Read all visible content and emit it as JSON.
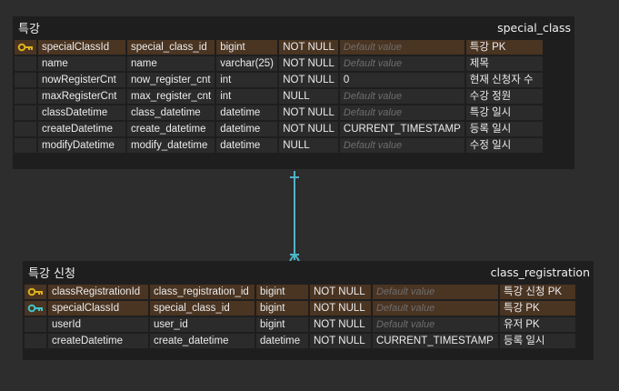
{
  "colors": {
    "background": "#2d2d2d",
    "table_bg": "#1e1e1e",
    "cell_bg": "#2b2b2b",
    "pk_cell_bg": "#4a3422",
    "pk_key_color": "#e0b21a",
    "fk_key_color": "#3fc6c6",
    "relation_line": "#4fb3c8"
  },
  "entities": [
    {
      "logical_name": "특강",
      "physical_name": "special_class",
      "columns": [
        {
          "key": "pk",
          "logical": "specialClassId",
          "physical": "special_class_id",
          "type": "bigint",
          "nullable": "NOT NULL",
          "default": "Default value",
          "default_is_placeholder": true,
          "comment": "특강 PK"
        },
        {
          "key": "",
          "logical": "name",
          "physical": "name",
          "type": "varchar(25)",
          "nullable": "NOT NULL",
          "default": "Default value",
          "default_is_placeholder": true,
          "comment": "제목"
        },
        {
          "key": "",
          "logical": "nowRegisterCnt",
          "physical": "now_register_cnt",
          "type": "int",
          "nullable": "NOT NULL",
          "default": "0",
          "default_is_placeholder": false,
          "comment": "현재 신청자 수"
        },
        {
          "key": "",
          "logical": "maxRegisterCnt",
          "physical": "max_register_cnt",
          "type": "int",
          "nullable": "NULL",
          "default": "Default value",
          "default_is_placeholder": true,
          "comment": "수강 정원"
        },
        {
          "key": "",
          "logical": "classDatetime",
          "physical": "class_datetime",
          "type": "datetime",
          "nullable": "NOT NULL",
          "default": "Default value",
          "default_is_placeholder": true,
          "comment": "특강 일시"
        },
        {
          "key": "",
          "logical": "createDatetime",
          "physical": "create_datetime",
          "type": "datetime",
          "nullable": "NOT NULL",
          "default": "CURRENT_TIMESTAMP",
          "default_is_placeholder": false,
          "comment": "등록 일시"
        },
        {
          "key": "",
          "logical": "modifyDatetime",
          "physical": "modify_datetime",
          "type": "datetime",
          "nullable": "NULL",
          "default": "Default value",
          "default_is_placeholder": true,
          "comment": "수정 일시"
        }
      ]
    },
    {
      "logical_name": "특강 신청",
      "physical_name": "class_registration",
      "columns": [
        {
          "key": "pk",
          "logical": "classRegistrationId",
          "physical": "class_registration_id",
          "type": "bigint",
          "nullable": "NOT NULL",
          "default": "Default value",
          "default_is_placeholder": true,
          "comment": "특강 신청 PK"
        },
        {
          "key": "fk",
          "logical": "specialClassId",
          "physical": "special_class_id",
          "type": "bigint",
          "nullable": "NOT NULL",
          "default": "Default value",
          "default_is_placeholder": true,
          "comment": "특강 PK"
        },
        {
          "key": "",
          "logical": "userId",
          "physical": "user_id",
          "type": "bigint",
          "nullable": "NOT NULL",
          "default": "Default value",
          "default_is_placeholder": true,
          "comment": "유저 PK"
        },
        {
          "key": "",
          "logical": "createDatetime",
          "physical": "create_datetime",
          "type": "datetime",
          "nullable": "NOT NULL",
          "default": "CURRENT_TIMESTAMP",
          "default_is_placeholder": false,
          "comment": "등록 일시"
        }
      ]
    }
  ]
}
